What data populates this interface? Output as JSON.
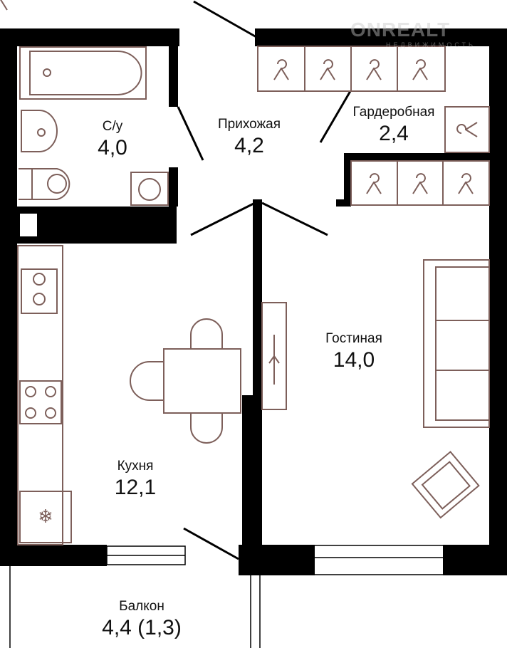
{
  "watermark": {
    "brand": "ONREALT",
    "tagline": "НЕДВИЖИМОСТЬ"
  },
  "colors": {
    "wall": "#000000",
    "furniture": "#7d5f5a",
    "background": "#ffffff"
  },
  "rooms": [
    {
      "name": "С/у",
      "area": "4,0"
    },
    {
      "name": "Прихожая",
      "area": "4,2"
    },
    {
      "name": "Гардеробная",
      "area": "2,4"
    },
    {
      "name": "Гостиная",
      "area": "14,0"
    },
    {
      "name": "Кухня",
      "area": "12,1"
    },
    {
      "name": "Балкон",
      "area": "4,4 (1,3)"
    }
  ]
}
